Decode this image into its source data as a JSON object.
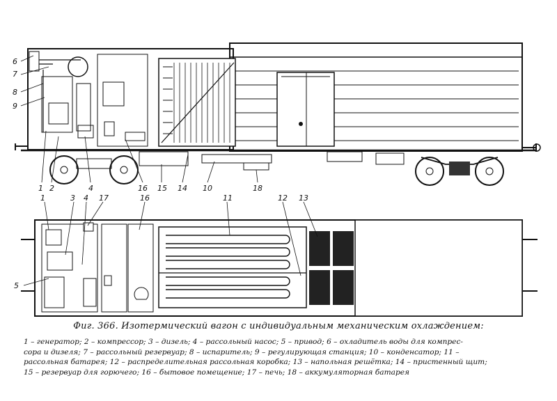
{
  "caption": "Фиг. 366. Изотермический вагон с индивидуальным механическим охлаждением:",
  "legend_lines": [
    "1 – генератор; 2 – компрессор; 3 – дизель; 4 – рассольный насос; 5 – привод; 6 – охладитель воды для компрес-",
    "сора и дизеля; 7 – рассольный резервуар; 8 – испаритель; 9 – регулирующая станция; 10 – конденсатор; 11 –",
    "рассольная батарея; 12 – распределительная рассольная коробка; 13 – напольная решётка; 14 – пристенный щит;",
    "15 – резервуар для горючего; 16 – бытовое помещение; 17 – печь; 18 – аккумуляторная батарея"
  ],
  "side_view_labels": {
    "left": [
      "6",
      "7",
      "8",
      "9"
    ],
    "bottom": [
      "1",
      "2",
      "4",
      "16",
      "15",
      "14",
      "10",
      "18"
    ]
  },
  "plan_view_labels": {
    "top": [
      "1",
      "3",
      "4",
      "17",
      "16",
      "11",
      "12",
      "13"
    ],
    "left": [
      "5"
    ]
  }
}
